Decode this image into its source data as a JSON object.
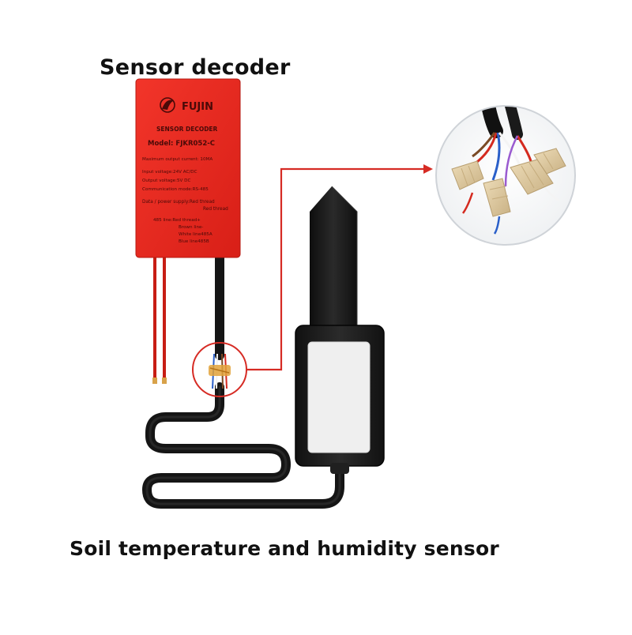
{
  "labels": {
    "decoder_title": "Sensor decoder",
    "sensor_title": "Soil temperature and humidity sensor"
  },
  "decoder": {
    "brand": "FUJIN",
    "heading": "SENSOR DECODER",
    "model": "Model: FJKR052-C",
    "max_current": "Maximum output current: 10MA",
    "input_voltage": "Input voltage:24V AC/DC",
    "output_voltage": "Output voltage:5V DC",
    "communication": "Communication mode:RS-485",
    "power_line_1": "Data / power supply:Red thread",
    "power_line_2": "Red thread",
    "wire_line_1": "485 line:Red thread+",
    "wire_line_2": "Brown line-",
    "wire_line_3": "White line485A",
    "wire_line_4": "Blue line485B"
  },
  "colors": {
    "decoder_red": "#e8261c",
    "decoder_text": "#4a0a08",
    "callout_red": "#d62b24",
    "sensor_black": "#1c1c1c",
    "sensor_window": "#efefef",
    "connector_tan": "#dcc7a0"
  },
  "icons": {
    "brand_logo": "leaf-logo-icon"
  }
}
